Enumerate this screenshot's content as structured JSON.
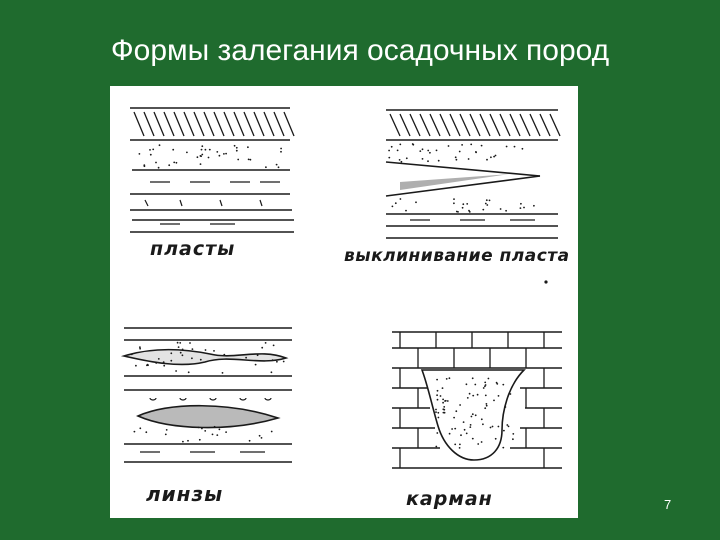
{
  "slide": {
    "title": "Формы залегания осадочных пород",
    "page_number": "7"
  },
  "figure": {
    "panels": [
      {
        "caption": "пласты"
      },
      {
        "caption": "выклинивание пласта"
      },
      {
        "caption": "линзы"
      },
      {
        "caption": "карман"
      }
    ]
  },
  "colors": {
    "background": "#1f6b2e",
    "title_text": "#ffffff",
    "figure_bg": "#ffffff",
    "ink": "#1a1a1a"
  }
}
